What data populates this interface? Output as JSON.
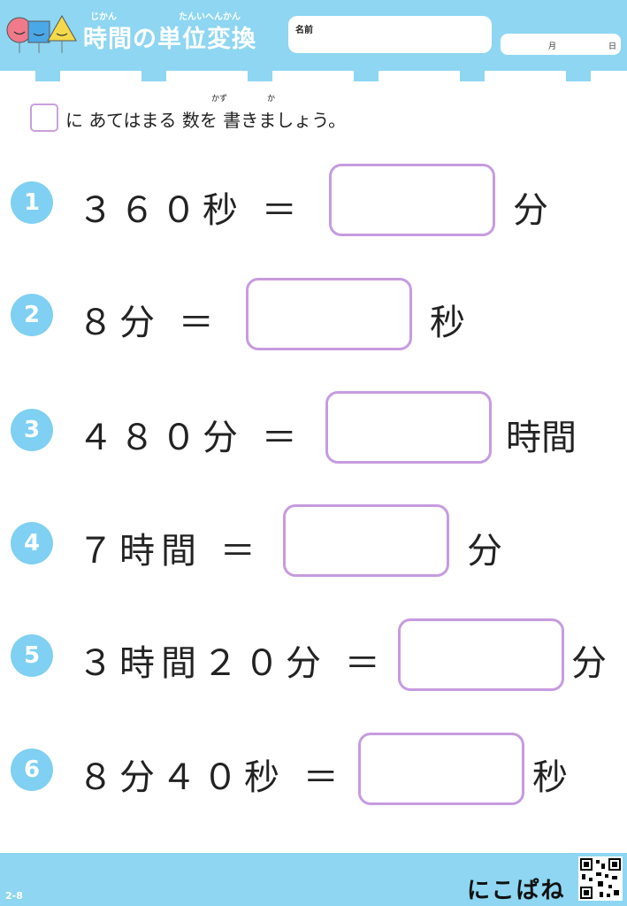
{
  "header": {
    "ruby_jikan": "じかん",
    "ruby_tani_henkan": "たんいへんかん",
    "title": "時間の単位変換",
    "name_label": "名前",
    "date_month": "月",
    "date_day": "日"
  },
  "instruction": {
    "text": "に あてはまる 数を 書きましょう。",
    "ruby_kazu": "かず",
    "ruby_ka": "か"
  },
  "problems": [
    {
      "number": "1",
      "expression": "３６０秒 ＝",
      "unit": "分"
    },
    {
      "number": "2",
      "expression": "８分 ＝",
      "unit": "秒"
    },
    {
      "number": "3",
      "expression": "４８０分 ＝",
      "unit": "時間"
    },
    {
      "number": "4",
      "expression": "７時間 ＝",
      "unit": "分"
    },
    {
      "number": "5",
      "expression": "３時間２０分 ＝",
      "unit": "分"
    },
    {
      "number": "6",
      "expression": "８分４０秒 ＝",
      "unit": "秒"
    }
  ],
  "footer": {
    "page_code": "2-8",
    "brand": "にこぱね"
  },
  "colors": {
    "header_bg": "#8ed6f2",
    "circle_bg": "#7fd0f2",
    "answer_border": "#c79be0"
  }
}
